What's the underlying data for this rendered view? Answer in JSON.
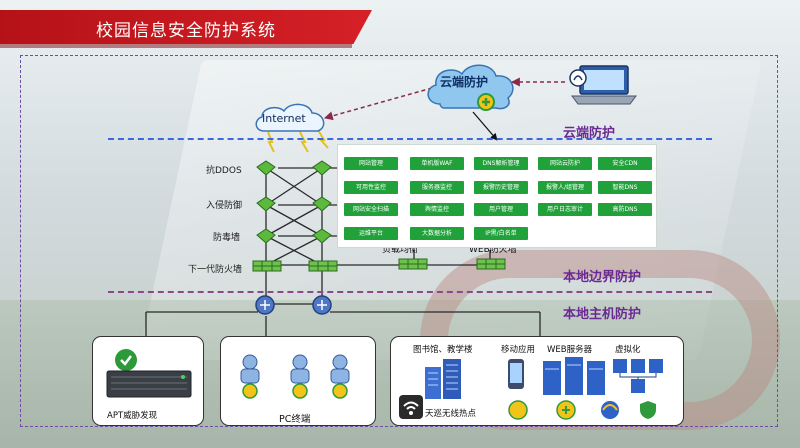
{
  "title": "校园信息安全防护系统",
  "zones": {
    "cloud": "云端防护",
    "edge": "本地边界防护",
    "host": "本地主机防护"
  },
  "cloud_node": {
    "label": "云端防护"
  },
  "internet": {
    "label": "Internet"
  },
  "layers": {
    "ddos": "抗DDOS",
    "ips": "入侵防御",
    "av": "防毒墙",
    "ngfw": "下一代防火墙"
  },
  "mid_labels": {
    "lb": "负载均衡",
    "waf": "WEB防火墙"
  },
  "services": [
    [
      "网站管理",
      "单机版WAF",
      "DNS解析管理",
      "网站云防护",
      "安全CDN"
    ],
    [
      "可用性监控",
      "服务器监控",
      "报警历史管理",
      "报警人/组管理",
      "智能DNS"
    ],
    [
      "网站安全扫描",
      "舆情监控",
      "用户管理",
      "用户日志审计",
      "高防DNS"
    ],
    [
      "运维平台",
      "大数据分析",
      "IP黑/白名单"
    ]
  ],
  "apt": {
    "label": "APT威胁发现"
  },
  "pc": {
    "label": "PC终端"
  },
  "servers": {
    "library": "图书馆、教学楼",
    "mobile": "移动应用",
    "web": "WEB服务器",
    "virtual": "虚拟化",
    "wifi": "天巡无线热点"
  },
  "colors": {
    "title_red": "#c8161d",
    "zone_purple": "#6b2a93",
    "cloud_blue": "#3b67e0",
    "service_green": "#21a13a"
  }
}
